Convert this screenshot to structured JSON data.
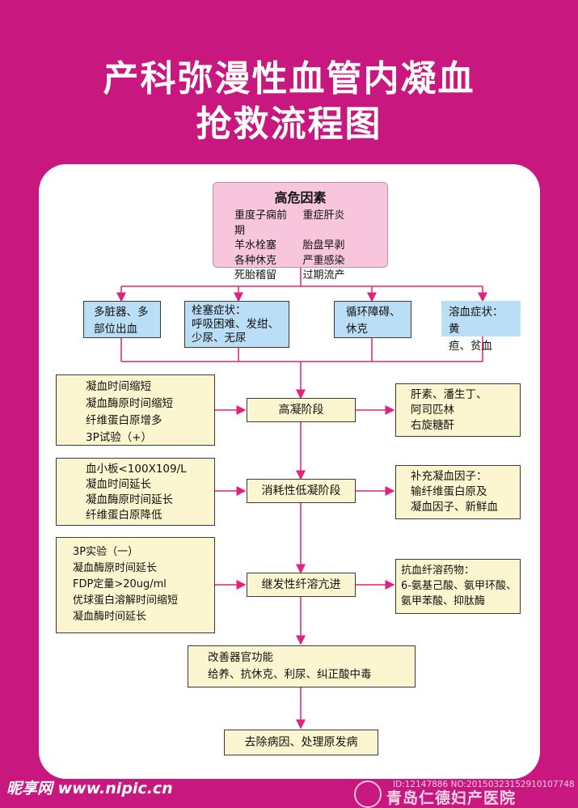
{
  "title": {
    "line1": "产科弥漫性血管内凝血",
    "line2": "抢救流程图"
  },
  "risk_factors": {
    "title": "高危因素",
    "items": [
      "重度子痫前期",
      "重症肝炎",
      "羊水栓塞",
      "胎盘早剥",
      "各种休克",
      "严重感染",
      "死胎稽留",
      "过期流产"
    ]
  },
  "symptoms": [
    {
      "lines": [
        "多脏器、多",
        "部位出血"
      ]
    },
    {
      "lines": [
        "栓塞症状：",
        "呼吸困难、发绀、",
        "少尿、无尿"
      ]
    },
    {
      "lines": [
        "循环障碍、",
        "休克"
      ]
    },
    {
      "lines": [
        "溶血症状：黄",
        "疸、贫血"
      ]
    }
  ],
  "stages": [
    {
      "label": "高凝阶段",
      "findings": [
        "凝血时间缩短",
        "凝血酶原时间缩短",
        "纤维蛋白原增多",
        "3P试验（+）"
      ],
      "treatment": [
        "肝素、潘生丁、",
        "阿司匹林",
        "右旋糖酐"
      ]
    },
    {
      "label": "消耗性低凝阶段",
      "findings": [
        "血小板<100X109/L",
        "凝血时间延长",
        "凝血酶原时间延长",
        "纤维蛋白原降低"
      ],
      "treatment": [
        "补充凝血因子：",
        "输纤维蛋白原及",
        "凝血因子、新鲜血"
      ]
    },
    {
      "label": "继发性纤溶亢进",
      "findings": [
        "3P实验（一）",
        "凝血酶原时间延长",
        "FDP定量>20ug/ml",
        "优球蛋白溶解时间缩短",
        "凝血酶时间延长"
      ],
      "treatment": [
        "抗血纤溶药物：",
        "6-氨基己酸、氨甲环酸、",
        "氨甲苯酸、抑肽酶"
      ]
    }
  ],
  "organ_support": {
    "lines": [
      "改善器官功能",
      "给养、抗休克、利尿、纠正酸中毒"
    ]
  },
  "final_step": "去除病因、处理原发病",
  "footer": {
    "site": "昵享网 www.nipic.cn",
    "image_id": "ID:12147886 NO:20150323152910107748",
    "hospital": "青岛仁德妇产医院"
  },
  "colors": {
    "background": "#c8177f",
    "line": "#e0237f",
    "risk_box": "#f7c6dc",
    "symptom_box": "#b9def5",
    "step_box": "#fbf6cf"
  }
}
